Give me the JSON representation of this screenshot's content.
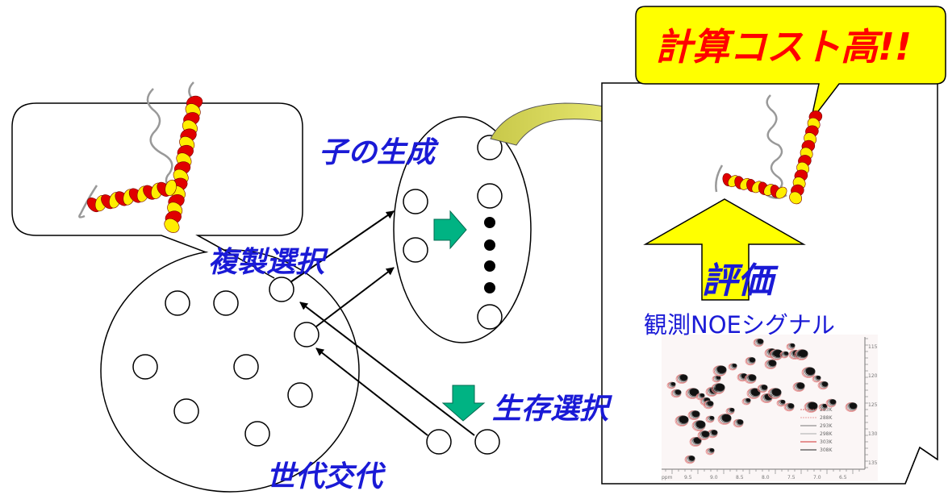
{
  "labels": {
    "child_generation": "子の生成",
    "replication_selection": "複製選択",
    "generation_alternation": "世代交代",
    "survival_selection": "生存選択",
    "evaluation": "評価",
    "observed_signal": "観測NOEシグナル",
    "cost_callout": "計算コスト高!!"
  },
  "nmr_legend": [
    "283K",
    "288K",
    "293K",
    "298K",
    "303K",
    "308K"
  ],
  "colors": {
    "label_blue": "#1a1ad6",
    "callout_red": "#ff0000",
    "callout_fill": "#ffff00",
    "arrow_green": "#00b383",
    "curved_arrow_fill": "#d9d94a",
    "helix_red": "#e00000",
    "helix_yellow": "#ffee00"
  }
}
